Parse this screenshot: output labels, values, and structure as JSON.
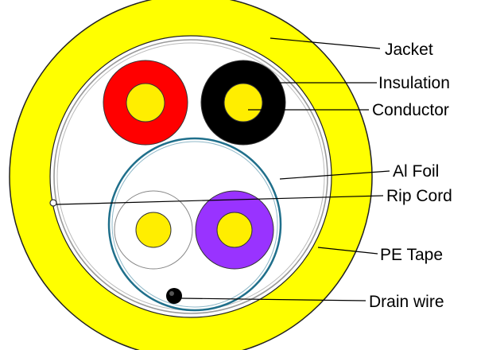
{
  "labels": {
    "jacket": "Jacket",
    "insulation": "Insulation",
    "conductor": "Conductor",
    "al_foil": "Al Foil",
    "rip_cord": "Rip Cord",
    "pe_tape": "PE Tape",
    "drain_wire": "Drain wire"
  },
  "colors": {
    "jacket": "#ffff00",
    "conductor": "#ffee00",
    "insulation_red": "#ff0000",
    "insulation_black": "#000000",
    "insulation_white": "#ffffff",
    "insulation_purple": "#9933ff",
    "al_foil": "#1f6f8b",
    "drain_wire": "#000000"
  }
}
